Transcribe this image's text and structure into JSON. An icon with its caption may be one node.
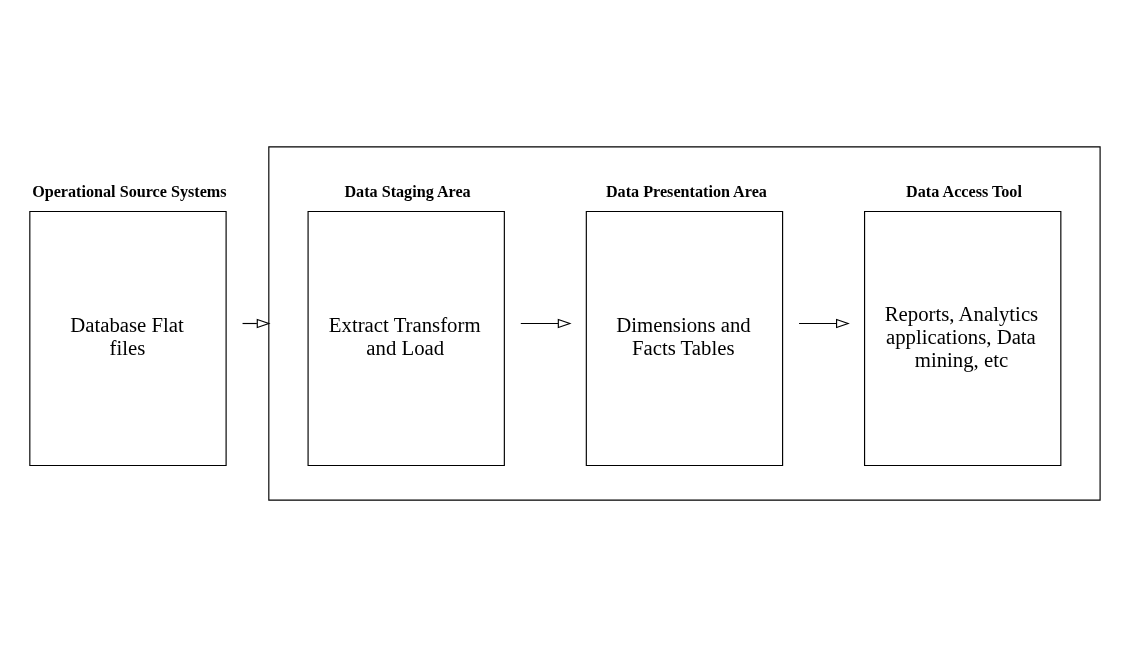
{
  "diagram": {
    "nodes": [
      {
        "text": [
          "Operational Source Systems",
          "Database Flat files"
        ]
      },
      {
        "text": [],
        "shape": "box"
      },
      {
        "text": [
          "Data Staging Area",
          "Extract Transform and Load"
        ],
        "in": 1
      },
      {
        "text": [
          "Data Presentation Area",
          "Dimensions and Facts Tables"
        ],
        "in": 1
      },
      {
        "text": [
          "Data Access Tool",
          "Reports, Analytics applications, Data mining, etc"
        ],
        "in": 1
      }
    ],
    "edges": [
      {
        "from": 0,
        "to": 1,
        "arrow": "to"
      },
      {
        "from": 2,
        "to": 3,
        "arrow": "to"
      },
      {
        "from": 3,
        "to": 4,
        "arrow": "to"
      }
    ]
  }
}
